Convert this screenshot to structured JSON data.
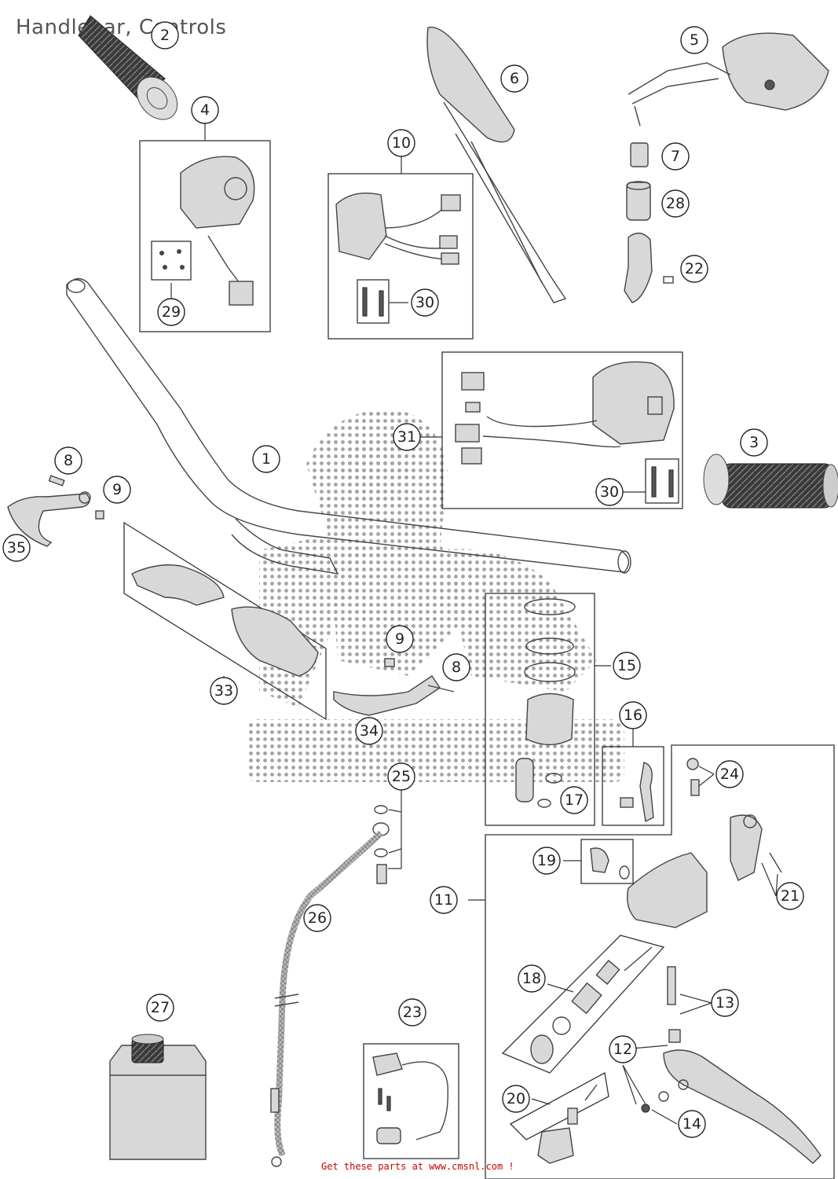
{
  "title": "Handlebar, Controls",
  "footer": "Get these parts at www.cmsnl.com !",
  "callouts": [
    {
      "id": "c1",
      "label": "1"
    },
    {
      "id": "c2",
      "label": "2"
    },
    {
      "id": "c3",
      "label": "3"
    },
    {
      "id": "c4",
      "label": "4"
    },
    {
      "id": "c5",
      "label": "5"
    },
    {
      "id": "c6",
      "label": "6"
    },
    {
      "id": "c7",
      "label": "7"
    },
    {
      "id": "c8a",
      "label": "8"
    },
    {
      "id": "c8b",
      "label": "8"
    },
    {
      "id": "c9a",
      "label": "9"
    },
    {
      "id": "c9b",
      "label": "9"
    },
    {
      "id": "c10",
      "label": "10"
    },
    {
      "id": "c11",
      "label": "11"
    },
    {
      "id": "c12",
      "label": "12"
    },
    {
      "id": "c13",
      "label": "13"
    },
    {
      "id": "c14",
      "label": "14"
    },
    {
      "id": "c15",
      "label": "15"
    },
    {
      "id": "c16",
      "label": "16"
    },
    {
      "id": "c17",
      "label": "17"
    },
    {
      "id": "c18",
      "label": "18"
    },
    {
      "id": "c19",
      "label": "19"
    },
    {
      "id": "c20",
      "label": "20"
    },
    {
      "id": "c21",
      "label": "21"
    },
    {
      "id": "c22",
      "label": "22"
    },
    {
      "id": "c23",
      "label": "23"
    },
    {
      "id": "c24",
      "label": "24"
    },
    {
      "id": "c25",
      "label": "25"
    },
    {
      "id": "c26",
      "label": "26"
    },
    {
      "id": "c27",
      "label": "27"
    },
    {
      "id": "c28",
      "label": "28"
    },
    {
      "id": "c29",
      "label": "29"
    },
    {
      "id": "c30a",
      "label": "30"
    },
    {
      "id": "c30b",
      "label": "30"
    },
    {
      "id": "c31",
      "label": "31"
    },
    {
      "id": "c33",
      "label": "33"
    },
    {
      "id": "c34",
      "label": "34"
    },
    {
      "id": "c35",
      "label": "35"
    }
  ],
  "colors": {
    "line": "#444444",
    "footer": "#cc0000",
    "title": "#555555",
    "watermark": "#9a9a9a"
  }
}
